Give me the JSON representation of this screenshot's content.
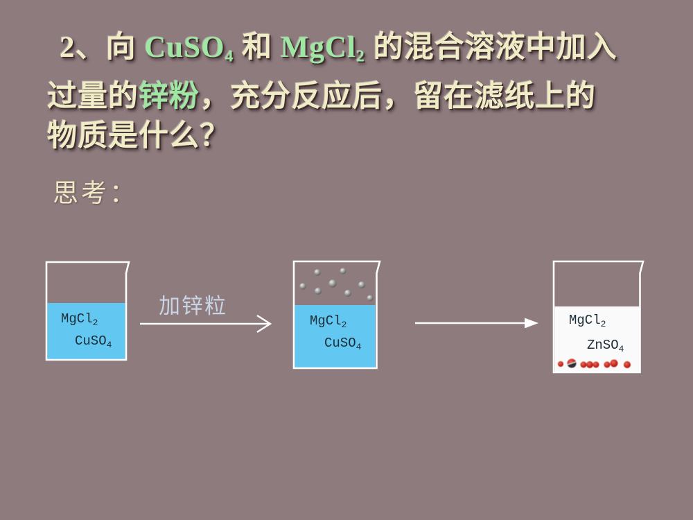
{
  "slide": {
    "background_color": "#8E7B7D",
    "title": {
      "color_main": "#F0ECC6",
      "color_highlight": "#9FE7A3",
      "line1": [
        {
          "t": "2、向 "
        },
        {
          "t": "CuSO"
        },
        {
          "sub": "4"
        },
        {
          "t": " 和 "
        },
        {
          "t": "MgCl"
        },
        {
          "sub": "2"
        },
        {
          "t": " 的混合溶液中加入"
        }
      ],
      "line2": [
        {
          "t": "过量的"
        },
        {
          "t": "锌粉"
        },
        {
          "t": "，充分反应后，留在滤纸上的"
        }
      ],
      "line3": "物质是什么？"
    },
    "think_label": "思考：",
    "diagram": {
      "beakers": [
        {
          "labels": [
            {
              "t": "MgCl",
              "sub": "2"
            },
            {
              "t": "CuSO",
              "sub": "4"
            }
          ],
          "liquid_color": "#63C8F1",
          "particles": "none"
        },
        {
          "labels": [
            {
              "t": "MgCl",
              "sub": "2"
            },
            {
              "t": "CuSO",
              "sub": "4"
            }
          ],
          "liquid_color": "#63C8F1",
          "particles": "zinc-gray-spheres-above-liquid",
          "particle_color": "#8A8A8A",
          "particle_count": 8
        },
        {
          "labels": [
            {
              "t": "MgCl",
              "sub": "2"
            },
            {
              "t": "ZnSO",
              "sub": "4"
            }
          ],
          "liquid_color": "#FAFAFB",
          "particles": "copper-red-spheres-at-bottom",
          "particle_color": "#C0261C",
          "particle_count": 8
        }
      ],
      "arrow1": {
        "label": "加锌粒",
        "label_color": "#C9D4E4"
      },
      "arrow2": {
        "label": ""
      }
    }
  }
}
